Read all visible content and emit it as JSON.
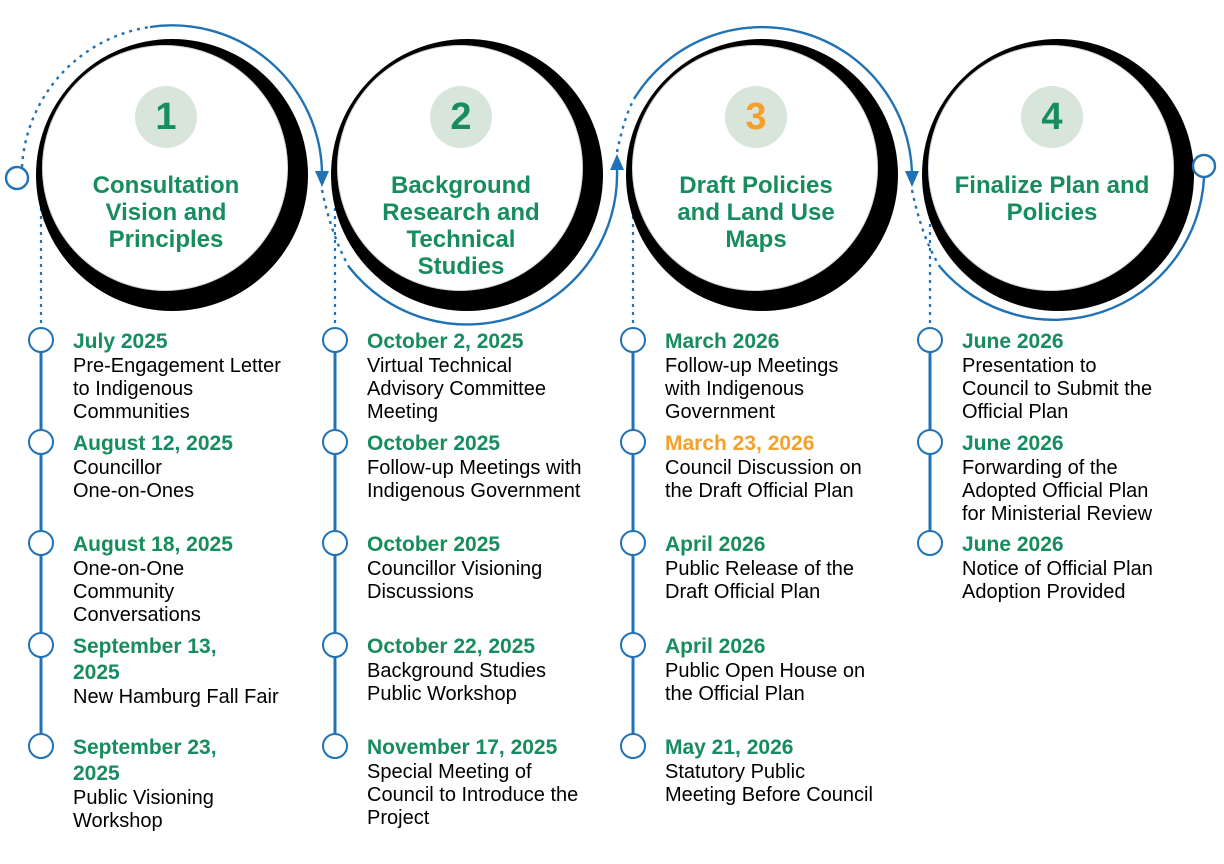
{
  "colors": {
    "green": "#178C5E",
    "orange": "#F5A02B",
    "blue": "#1F72B5",
    "badge_bg": "#D8E5DB",
    "text": "#000000",
    "ring": "#000000"
  },
  "phases": [
    {
      "number": "1",
      "number_style": "green",
      "title": "Consultation\nVision and\nPrinciples",
      "milestones": [
        {
          "date": "July 2025",
          "style": "green",
          "description": "Pre-Engagement Letter\nto Indigenous\nCommunities"
        },
        {
          "date": "August 12, 2025",
          "style": "green",
          "description": "Councillor\nOne-on-Ones"
        },
        {
          "date": "August 18, 2025",
          "style": "green",
          "description": "One-on-One\nCommunity\nConversations"
        },
        {
          "date": "September 13,\n2025",
          "style": "green",
          "description": "New Hamburg Fall Fair"
        },
        {
          "date": "September 23,\n2025",
          "style": "green",
          "description": "Public Visioning\nWorkshop"
        }
      ]
    },
    {
      "number": "2",
      "number_style": "green",
      "title": "Background\nResearch and\nTechnical\nStudies",
      "milestones": [
        {
          "date": "October 2, 2025",
          "style": "green",
          "description": "Virtual Technical\nAdvisory Committee\nMeeting"
        },
        {
          "date": "October 2025",
          "style": "green",
          "description": "Follow-up Meetings with\nIndigenous Government"
        },
        {
          "date": "October 2025",
          "style": "green",
          "description": "Councillor Visioning\nDiscussions"
        },
        {
          "date": "October 22, 2025",
          "style": "green",
          "description": "Background Studies\nPublic Workshop"
        },
        {
          "date": "November 17, 2025",
          "style": "green",
          "description": "Special Meeting of\nCouncil to Introduce the\nProject"
        }
      ]
    },
    {
      "number": "3",
      "number_style": "orange",
      "title": "Draft Policies\nand Land Use\nMaps",
      "milestones": [
        {
          "date": "March 2026",
          "style": "green",
          "description": "Follow-up Meetings\nwith Indigenous\nGovernment"
        },
        {
          "date": "March 23, 2026",
          "style": "orange",
          "description": "Council Discussion on\nthe Draft Official Plan"
        },
        {
          "date": "April 2026",
          "style": "green",
          "description": "Public Release of the\nDraft Official Plan"
        },
        {
          "date": "April 2026",
          "style": "green",
          "description": "Public Open House on\nthe Official Plan"
        },
        {
          "date": "May 21, 2026",
          "style": "green",
          "description": "Statutory Public\nMeeting Before Council"
        }
      ]
    },
    {
      "number": "4",
      "number_style": "green",
      "title": "Finalize Plan and\nPolicies",
      "milestones": [
        {
          "date": "June 2026",
          "style": "green",
          "description": "Presentation to\nCouncil to Submit the\nOfficial Plan"
        },
        {
          "date": "June 2026",
          "style": "green",
          "description": "Forwarding of the\nAdopted Official Plan\nfor Ministerial Review"
        },
        {
          "date": "June 2026",
          "style": "green",
          "description": "Notice of Official Plan\nAdoption Provided"
        }
      ]
    }
  ]
}
